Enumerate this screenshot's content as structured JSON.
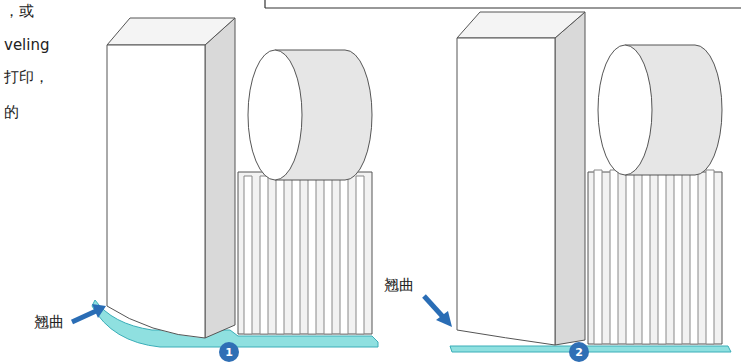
{
  "diagram": {
    "nodes": [
      {
        "text": [
          "1"
        ]
      },
      {
        "text": [
          "2"
        ]
      }
    ],
    "labels": [
      "，或",
      "veling",
      "打印，",
      "的",
      "翘曲",
      "翘曲"
    ]
  }
}
